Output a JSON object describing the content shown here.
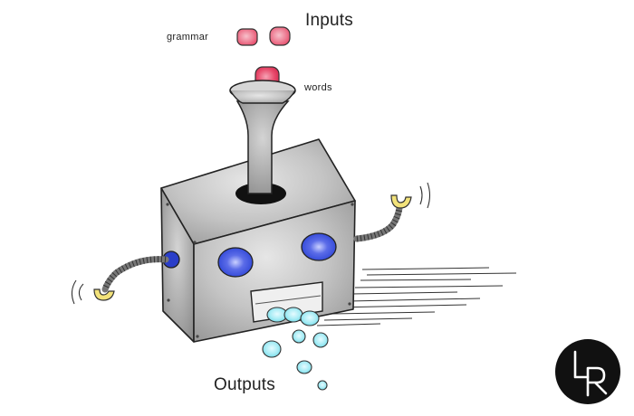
{
  "labels": {
    "inputs": "Inputs",
    "grammar": "grammar",
    "words": "words",
    "outputs": "Outputs"
  },
  "logo": {
    "letters": "LR"
  },
  "colors": {
    "input_block": "#e8506e",
    "output_block": "#6ed8e6",
    "eye": "#2f46d6",
    "metal": "#b9b9b9",
    "clamp": "#f2e27a"
  }
}
